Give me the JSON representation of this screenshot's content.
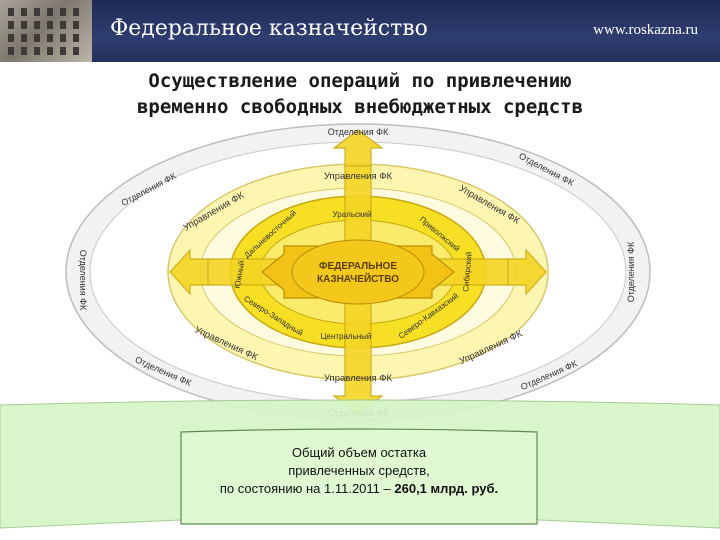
{
  "header": {
    "title": "Федеральное казначейство",
    "url": "www.roskazna.ru"
  },
  "slide": {
    "title_line1": "Осуществление операций по привлечению",
    "title_line2": "временно свободных внебюджетных средств"
  },
  "diagram": {
    "center": {
      "line1": "ФЕДЕРАЛЬНОЕ",
      "line2": "КАЗНАЧЕЙСТВО"
    },
    "districts": {
      "ural": "Уральский",
      "volga": "Приволжский",
      "far_east": "Дальневосточный",
      "south": "Южный",
      "siberian": "Сибирский",
      "north_west": "Северо-Западный",
      "central": "Центральный",
      "north_caucasus": "Северо-Кавказский"
    },
    "upravleniya_label": "Управления ФК",
    "otdeleniya_label": "Отделения ФК"
  },
  "info": {
    "line1": "Общий объем остатка",
    "line2": "привлеченных средств,",
    "line3_prefix": "по состоянию на 1.11.2011 – ",
    "line3_value": "260,1 млрд. руб."
  },
  "colors": {
    "header_bg": "#24315f",
    "outer_ring": "#efefef",
    "mid_ring": "#fdf6a8",
    "inner_ring": "#f7df1f",
    "center": "#f4c81a",
    "banner": "#d6f5c8"
  }
}
